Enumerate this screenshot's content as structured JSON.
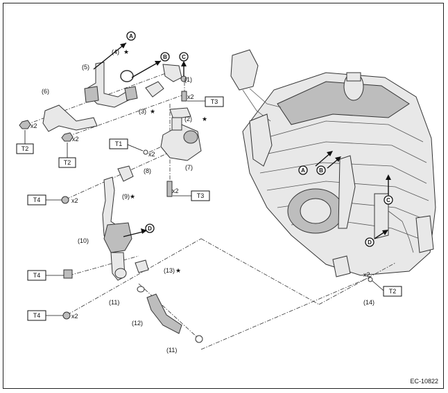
{
  "diagram": {
    "figure_code": "EC-10822",
    "part_labels": [
      {
        "id": "p1",
        "text": "(1)"
      },
      {
        "id": "p2",
        "text": "(2)"
      },
      {
        "id": "p3",
        "text": "(3)"
      },
      {
        "id": "p4",
        "text": "(4)"
      },
      {
        "id": "p5",
        "text": "(5)"
      },
      {
        "id": "p6",
        "text": "(6)"
      },
      {
        "id": "p7",
        "text": "(7)"
      },
      {
        "id": "p8",
        "text": "(8)"
      },
      {
        "id": "p9",
        "text": "(9)"
      },
      {
        "id": "p10",
        "text": "(10)"
      },
      {
        "id": "p11a",
        "text": "(11)"
      },
      {
        "id": "p11b",
        "text": "(11)"
      },
      {
        "id": "p12",
        "text": "(12)"
      },
      {
        "id": "p13",
        "text": "(13)"
      },
      {
        "id": "p14",
        "text": "(14)"
      }
    ],
    "star_symbol": "★",
    "torque_boxes": [
      "T1",
      "T2",
      "T2",
      "T2",
      "T3",
      "T3",
      "T4",
      "T4",
      "T4"
    ],
    "quantity": "x2",
    "callout_letters": [
      "A",
      "B",
      "C",
      "D"
    ]
  }
}
